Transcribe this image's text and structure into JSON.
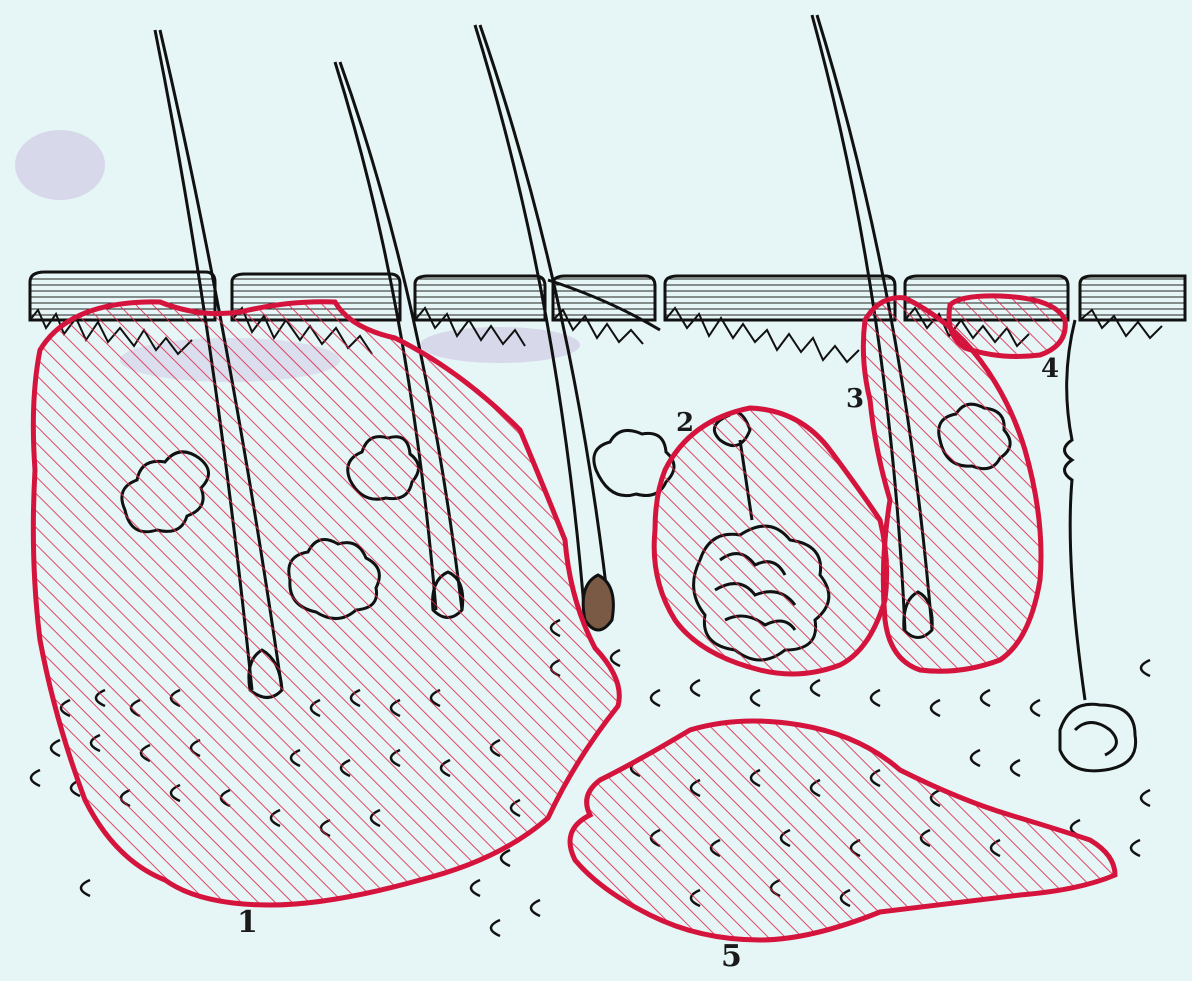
{
  "labels": {
    "region_1": "1",
    "region_2": "2",
    "region_3": "3",
    "region_4": "4",
    "region_5": "5"
  },
  "colors": {
    "background": "#e6f5f5",
    "ink": "#111111",
    "lesion_outline": "#d4143c",
    "lesion_hatch": "#e0284e",
    "stain": "#b9a6d8"
  }
}
